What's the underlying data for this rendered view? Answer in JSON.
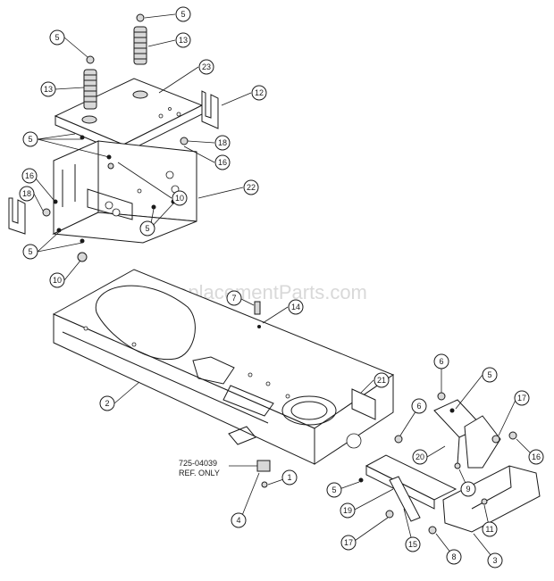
{
  "watermark": "eReplacementParts.com",
  "reference_part": {
    "number": "725-04039",
    "note": "REF. ONLY"
  },
  "callouts": {
    "c5a": "5",
    "c13a": "13",
    "c5b": "5",
    "c13b": "13",
    "c23": "23",
    "c12": "12",
    "c5c": "5",
    "c18a": "18",
    "c16a": "16",
    "c16b": "16",
    "c18b": "18",
    "c10a": "10",
    "c22": "22",
    "c5d": "5",
    "c5e": "5",
    "c10b": "10",
    "c7": "7",
    "c14": "14",
    "c2": "2",
    "c21": "21",
    "c6a": "6",
    "c5f": "5",
    "c6b": "6",
    "c17a": "17",
    "c16c": "16",
    "c20": "20",
    "c5g": "5",
    "c9": "9",
    "c19": "19",
    "c11": "11",
    "c1": "1",
    "c4": "4",
    "c17b": "17",
    "c15": "15",
    "c8": "8",
    "c3": "3"
  }
}
